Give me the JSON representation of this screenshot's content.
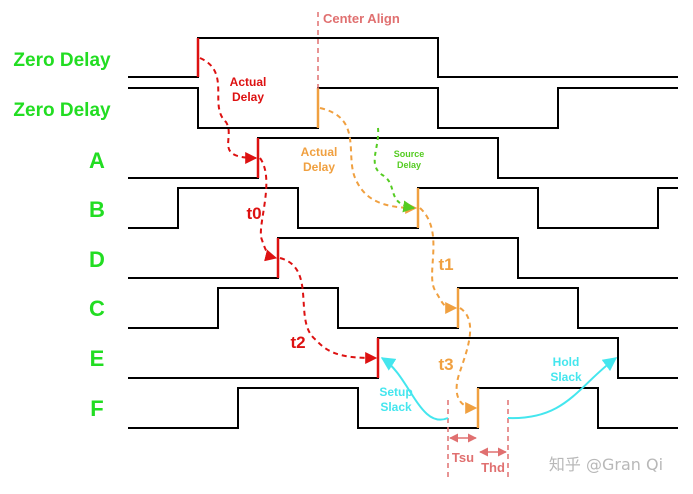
{
  "colors": {
    "label_green": "#22dd22",
    "red": "#dd1111",
    "orange": "#f0a040",
    "green": "#55cc22",
    "cyan": "#44e6ee",
    "salmon": "#e07070",
    "wave": "#000000"
  },
  "rows": [
    {
      "label": "Zero Delay"
    },
    {
      "label": "Zero Delay"
    },
    {
      "label": "A"
    },
    {
      "label": "B"
    },
    {
      "label": "D"
    },
    {
      "label": "C"
    },
    {
      "label": "E"
    },
    {
      "label": "F"
    }
  ],
  "annotations": {
    "center_align": "Center Align",
    "actual_delay_red": [
      "Actual",
      "Delay"
    ],
    "actual_delay_orange": [
      "Actual",
      "Delay"
    ],
    "source_delay": [
      "Source",
      "Delay"
    ],
    "t0": "t0",
    "t1": "t1",
    "t2": "t2",
    "t3": "t3",
    "setup_slack": [
      "Setup",
      "Slack"
    ],
    "hold_slack": [
      "Hold",
      "Slack"
    ],
    "tsu": "Tsu",
    "thd": "Thd"
  },
  "watermark": "知乎 @Gran Qi"
}
